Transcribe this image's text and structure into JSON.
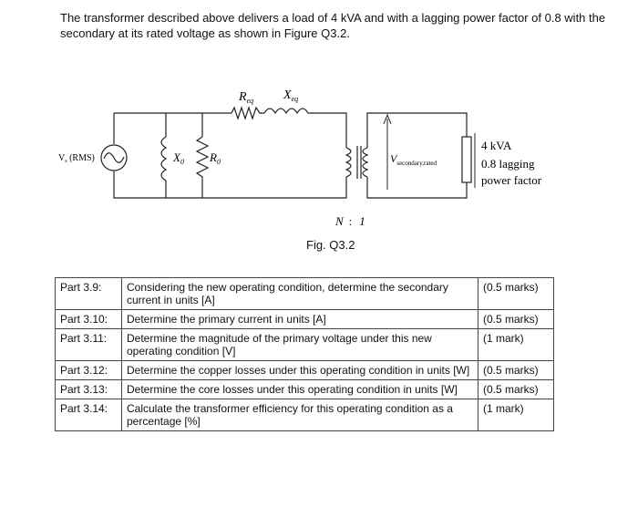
{
  "intro": "The transformer described above delivers a load of 4 kVA and with a lagging power factor of 0.8 with the secondary at its rated voltage as shown in Figure Q3.2.",
  "figure": {
    "caption": "Fig. Q3.2",
    "req_main": "R",
    "req_sub": "eq",
    "xeq_main": "X",
    "xeq_sub": "eq",
    "vs_main": "V",
    "vs_sub": "s",
    "vs_suffix": " (RMS)",
    "x0_main": "X",
    "x0_sub": "0",
    "r0_main": "R",
    "r0_sub": "0",
    "vsec_main": "V",
    "vsec_sub": "secondary,rated",
    "ratio_n": "N",
    "ratio_colon": ":",
    "ratio_one": "1",
    "load_line1": "4 kVA",
    "load_line2": "0.8 lagging",
    "load_line3": "power factor"
  },
  "parts": [
    {
      "part": "Part 3.9:",
      "question": "Considering the new operating condition, determine the secondary current in units [A]",
      "marks": "(0.5 marks)"
    },
    {
      "part": "Part 3.10:",
      "question": "Determine the primary current in units [A]",
      "marks": "(0.5 marks)"
    },
    {
      "part": "Part 3.11:",
      "question": "Determine the magnitude of the primary voltage under this new operating condition [V]",
      "marks": "(1 mark)"
    },
    {
      "part": "Part 3.12:",
      "question": "Determine the copper losses under this operating condition in units [W]",
      "marks": "(0.5 marks)"
    },
    {
      "part": "Part 3.13:",
      "question": "Determine the core losses under this operating condition in units [W]",
      "marks": "(0.5 marks)"
    },
    {
      "part": "Part 3.14:",
      "question": "Calculate the transformer efficiency for this operating condition as a percentage [%]",
      "marks": "(1 mark)"
    }
  ]
}
